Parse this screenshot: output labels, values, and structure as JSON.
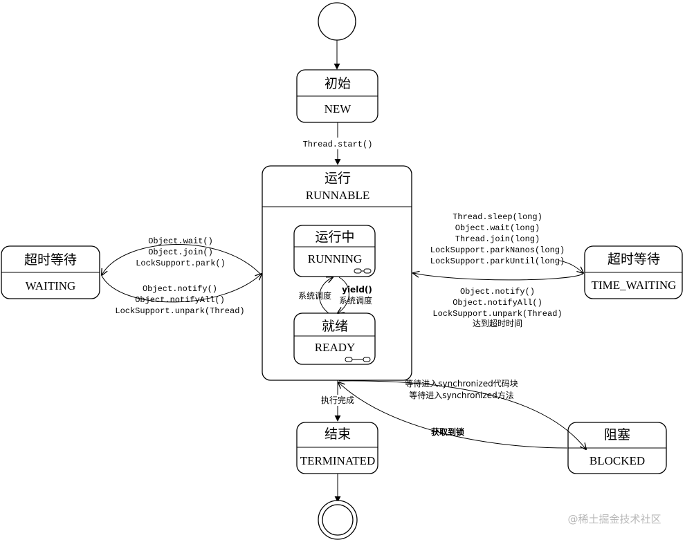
{
  "states": {
    "new": {
      "cn": "初始",
      "en": "NEW"
    },
    "runnable": {
      "cn": "运行",
      "en": "RUNNABLE"
    },
    "running": {
      "cn": "运行中",
      "en": "RUNNING"
    },
    "ready": {
      "cn": "就绪",
      "en": "READY"
    },
    "waiting": {
      "cn": "超时等待",
      "en": "WAITING"
    },
    "time_waiting": {
      "cn": "超时等待",
      "en": "TIME_WAITING"
    },
    "terminated": {
      "cn": "结束",
      "en": "TERMINATED"
    },
    "blocked": {
      "cn": "阻塞",
      "en": "BLOCKED"
    }
  },
  "transitions": {
    "start": "Thread.start()",
    "to_waiting": [
      "Object.wait()",
      "Object.join()",
      "LockSupport.park()"
    ],
    "from_waiting": [
      "Object.notify()",
      "Object.notifyAll()",
      "LockSupport.unpark(Thread)"
    ],
    "to_time_waiting": [
      "Thread.sleep(long)",
      "Object.wait(long)",
      "Thread.join(long)",
      "LockSupport.parkNanos(long)",
      "LockSupport.parkUntil(long)"
    ],
    "from_time_waiting": [
      "Object.notify()",
      "Object.notifyAll()",
      "LockSupport.unpark(Thread)",
      "达到超时时间"
    ],
    "yield": "yield()",
    "sched_left": "系统调度",
    "sched_right": "系统调度",
    "finish": "执行完成",
    "to_blocked": [
      "等待进入synchronized代码块",
      "等待进入synchronized方法"
    ],
    "from_blocked": "获取到锁"
  },
  "watermark": "@稀土掘金技术社区"
}
